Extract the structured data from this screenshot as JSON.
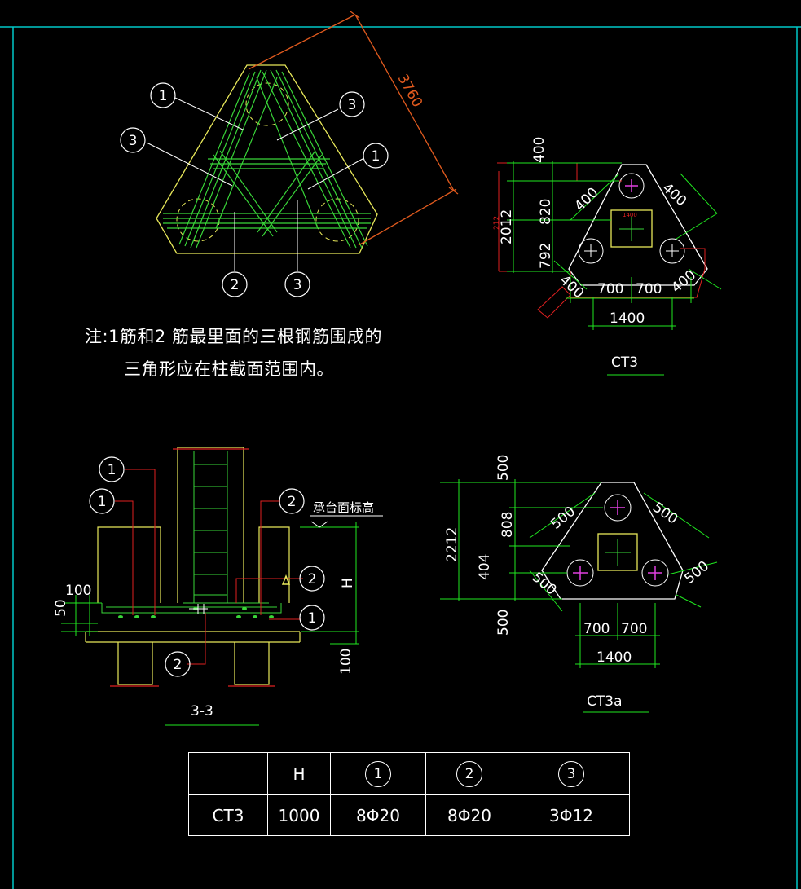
{
  "colors": {
    "background": "#000000",
    "frame": "#00c8c8",
    "outline": "#e8e85a",
    "rebar": "#39d639",
    "dimension": "#20e820",
    "leader": "#e02020",
    "orange": "#e05a1e",
    "magenta": "#e040e0",
    "text": "#ffffff"
  },
  "top_plan": {
    "dim_3760": "3760",
    "callouts": [
      "1",
      "3",
      "3",
      "1",
      "2",
      "3"
    ]
  },
  "note": {
    "line1": "注:1筋和2 筋最里面的三根钢筋围成的",
    "line2": "三角形应在柱截面范围内。"
  },
  "ct3": {
    "title": "CT3",
    "dims": {
      "top": "400",
      "total": "2012",
      "small": "212",
      "mid": "820",
      "lower": "792",
      "side_left": "400",
      "side_right": "400",
      "bottom_left": "400",
      "bottom_right": "400",
      "half_left": "700",
      "half_right": "700",
      "base": "1400",
      "col": "1400"
    }
  },
  "ct3a": {
    "title": "CT3a",
    "dims": {
      "top": "500",
      "total": "2212",
      "mid": "808",
      "lower": "404",
      "bottom": "500",
      "side_left": "500",
      "side_right": "500",
      "bottom_left": "500",
      "bottom_right": "500",
      "half_left": "700",
      "half_right": "700",
      "base": "1400"
    }
  },
  "section": {
    "title": "3-3",
    "label_top": "承台面标高",
    "dim_100_top": "100",
    "dim_50": "50",
    "dim_100_bottom": "100",
    "H": "H",
    "callouts": [
      "1",
      "1",
      "2",
      "2",
      "2",
      "1"
    ]
  },
  "table": {
    "headers": [
      "",
      "H",
      "1",
      "2",
      "3"
    ],
    "row": [
      "CT3",
      "1000",
      "8Φ20",
      "8Φ20",
      "3Φ12"
    ]
  }
}
